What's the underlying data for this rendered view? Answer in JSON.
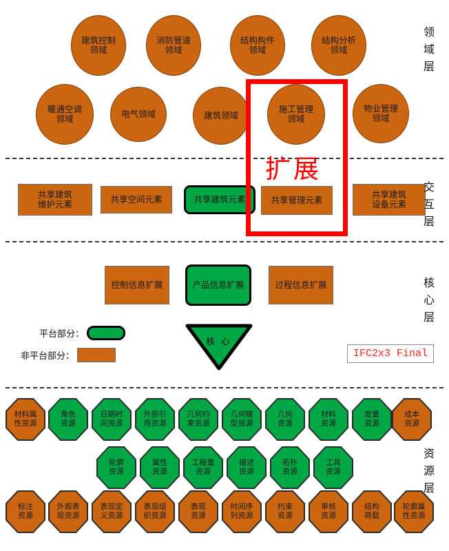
{
  "colors": {
    "non_platform": "#CC6611",
    "platform": "#00A845",
    "highlight": "#FF0000",
    "version_text": "#FF2222"
  },
  "layers": [
    {
      "id": "domain",
      "name": "领域层",
      "chars": [
        "领",
        "域",
        "层"
      ]
    },
    {
      "id": "interaction",
      "name": "交互层",
      "chars": [
        "交",
        "互",
        "层"
      ]
    },
    {
      "id": "core",
      "name": "核心层",
      "chars": [
        "核",
        "心",
        "层"
      ]
    },
    {
      "id": "resource",
      "name": "资源层",
      "chars": [
        "资",
        "源",
        "层"
      ]
    }
  ],
  "domain_layer": {
    "row1": [
      {
        "label": "建筑控制\n领域",
        "kind": "non_platform"
      },
      {
        "label": "消防管道\n领域",
        "kind": "non_platform"
      },
      {
        "label": "结构构件\n领域",
        "kind": "non_platform"
      },
      {
        "label": "结构分析\n领域",
        "kind": "non_platform"
      }
    ],
    "row2": [
      {
        "label": "暖通空调\n领域",
        "kind": "non_platform"
      },
      {
        "label": "电气领域",
        "kind": "non_platform"
      },
      {
        "label": "建筑领域",
        "kind": "non_platform"
      },
      {
        "label": "施工管理\n领域",
        "kind": "non_platform"
      },
      {
        "label": "物业管理\n领域",
        "kind": "non_platform"
      }
    ]
  },
  "interaction_layer": {
    "items": [
      {
        "label": "共享建筑\n维护元素",
        "kind": "non_platform"
      },
      {
        "label": "共享空间元素",
        "kind": "non_platform"
      },
      {
        "label": "共享建筑元素",
        "kind": "platform"
      },
      {
        "label": "共享管理元素",
        "kind": "non_platform"
      },
      {
        "label": "共享建筑\n设备元素",
        "kind": "non_platform"
      }
    ]
  },
  "core_layer": {
    "items": [
      {
        "label": "控制信息扩展",
        "kind": "non_platform"
      },
      {
        "label": "产品信息扩展",
        "kind": "platform"
      },
      {
        "label": "过程信息扩展",
        "kind": "non_platform"
      }
    ],
    "core_node": {
      "label": "核 心",
      "kind": "platform"
    }
  },
  "resource_layer": {
    "row1": [
      {
        "label": "材料属\n性资源",
        "kind": "non_platform"
      },
      {
        "label": "角色\n资源",
        "kind": "platform"
      },
      {
        "label": "日期时\n间资源",
        "kind": "platform"
      },
      {
        "label": "外部引\n用资源",
        "kind": "platform"
      },
      {
        "label": "几何约\n束资源",
        "kind": "platform"
      },
      {
        "label": "几何模\n型资源",
        "kind": "platform"
      },
      {
        "label": "几何\n资源",
        "kind": "platform"
      },
      {
        "label": "材料\n资源",
        "kind": "platform"
      },
      {
        "label": "度量\n资源",
        "kind": "platform"
      },
      {
        "label": "成本\n资源",
        "kind": "non_platform"
      }
    ],
    "row2": [
      {
        "label": "轮廓\n资源",
        "kind": "platform"
      },
      {
        "label": "属性\n资源",
        "kind": "platform"
      },
      {
        "label": "工程量\n资源",
        "kind": "platform"
      },
      {
        "label": "描述\n资源",
        "kind": "platform"
      },
      {
        "label": "拓扑\n资源",
        "kind": "platform"
      },
      {
        "label": "工具\n资源",
        "kind": "platform"
      }
    ],
    "row3": [
      {
        "label": "标注\n资源",
        "kind": "non_platform"
      },
      {
        "label": "外观表\n现资源",
        "kind": "non_platform"
      },
      {
        "label": "表现定\n义资源",
        "kind": "non_platform"
      },
      {
        "label": "表现组\n织资源",
        "kind": "non_platform"
      },
      {
        "label": "表现\n资源",
        "kind": "non_platform"
      },
      {
        "label": "时间序\n列资源",
        "kind": "non_platform"
      },
      {
        "label": "约束\n资源",
        "kind": "non_platform"
      },
      {
        "label": "审核\n资源",
        "kind": "non_platform"
      },
      {
        "label": "结构\n荷载",
        "kind": "non_platform"
      },
      {
        "label": "轮廓属\n性资源",
        "kind": "non_platform"
      }
    ]
  },
  "legend": {
    "platform_label": "平台部分：",
    "non_platform_label": "非平台部分："
  },
  "annotation": {
    "extend_label": "扩展"
  },
  "version_badge": {
    "label": "IFC2x3 Final"
  }
}
